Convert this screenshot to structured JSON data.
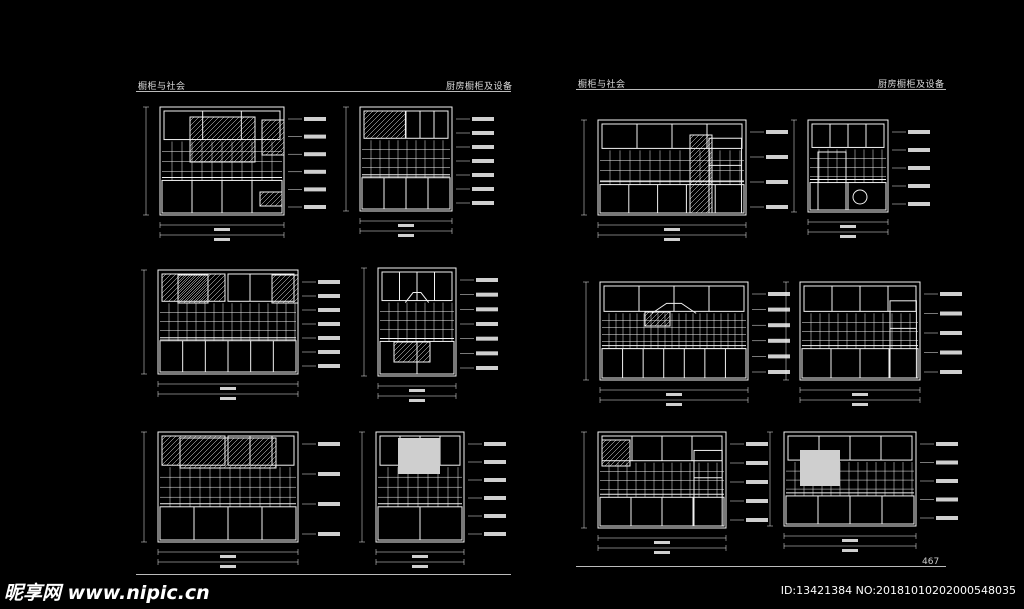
{
  "page_left": {
    "header_left": "橱柜与社会",
    "header_right": "厨房橱柜及设备",
    "page_number": ""
  },
  "page_right": {
    "header_left": "橱柜与社会",
    "header_right": "厨房橱柜及设备",
    "page_number": "467"
  },
  "watermark": {
    "site": "昵享网 www.nipic.cn",
    "id_text": "ID:13421384 NO:20181010202000548035"
  }
}
